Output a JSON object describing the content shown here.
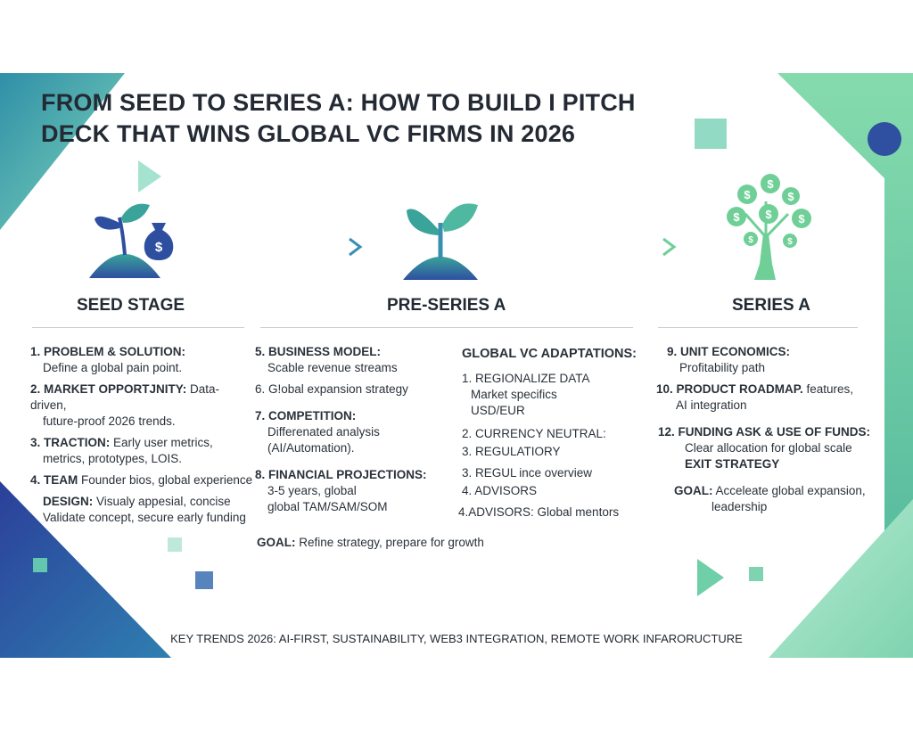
{
  "title": {
    "line1": "FROM SEED TO SERIES A: HOW TO BUILD I PITCH",
    "line2": "DECK THAT WINS GLOBAL VC FIRMS IN 2026"
  },
  "stages": {
    "seed": "SEED STAGE",
    "preseries": "PRE-SERIES A",
    "seriesa": "SERIES A"
  },
  "seed": {
    "i1_hd": "1. PROBLEM & SOLUTION:",
    "i1_sub": "Define a global pain point.",
    "i2_hd": "2. MARKET OPPORTJNITY:",
    "i2_rest": " Data-driven,",
    "i2_sub": "future-proof 2026 trends.",
    "i3_hd": "3. TRACTION:",
    "i3_rest": " Early user metrics,",
    "i3_sub": "metrics, prototypes, LOIS.",
    "i4_hd": "4. TEAM",
    "i4_rest": " Founder bios, global experience",
    "design_hd": "DESIGN:",
    "design_rest": " Visualy appesial, concise",
    "design_sub": "Validate concept, secure early funding"
  },
  "preseries": {
    "i5_hd": "5. BUSINESS MODEL:",
    "i5_sub": "Scable revenue streams",
    "i6": "6. G!obal expansion strategy",
    "i7_hd": "7. COMPETITION:",
    "i7_sub1": "Differenated analysis",
    "i7_sub2": "(AI/Automation).",
    "i8_hd": "8. FINANCIAL PROJECTIONS:",
    "i8_sub1": "3-5 years, global",
    "i8_sub2": "global TAM/SAM/SOM",
    "goal_hd": "GOAL:",
    "goal_rest": " Refine strategy, prepare for growth"
  },
  "adaptations": {
    "heading": "GLOBAL VC ADAPTATIONS:",
    "a1": "1. REGIONALIZE DATA",
    "a1_sub1": "Market specifics",
    "a1_sub2": "USD/EUR",
    "a2": "2. CURRENCY NEUTRAL:",
    "a3": "3. REGULATIORY",
    "a3b": "3. REGUL ince overview",
    "a4": "4. ADVISORS",
    "a4b": "4.ADVISORS: Global mentors"
  },
  "seriesa": {
    "i9_hd": "9. UNIT ECONOMICS:",
    "i9_sub": "Profitability path",
    "i10_hd": "10. PRODUCT ROADMAP.",
    "i10_rest": " features,",
    "i10_sub": "AI integration",
    "i12_hd": "12. FUNDING ASK & USE OF FUNDS:",
    "i12_sub": "Clear allocation for global scale",
    "exit": "EXIT STRATEGY",
    "goal_hd": "GOAL:",
    "goal_rest": " Acceleate global expansion,",
    "goal_sub": "leadership"
  },
  "footer": "KEY TRENDS 2026: AI-FIRST, SUSTAINABILITY, WEB3 INTEGRATION, REMOTE WORK INFARORUCTURE",
  "colors": {
    "navy": "#2e4fa0",
    "teal": "#3aa39a",
    "mint": "#6fcf97",
    "dark_blue": "#1f3a93"
  }
}
